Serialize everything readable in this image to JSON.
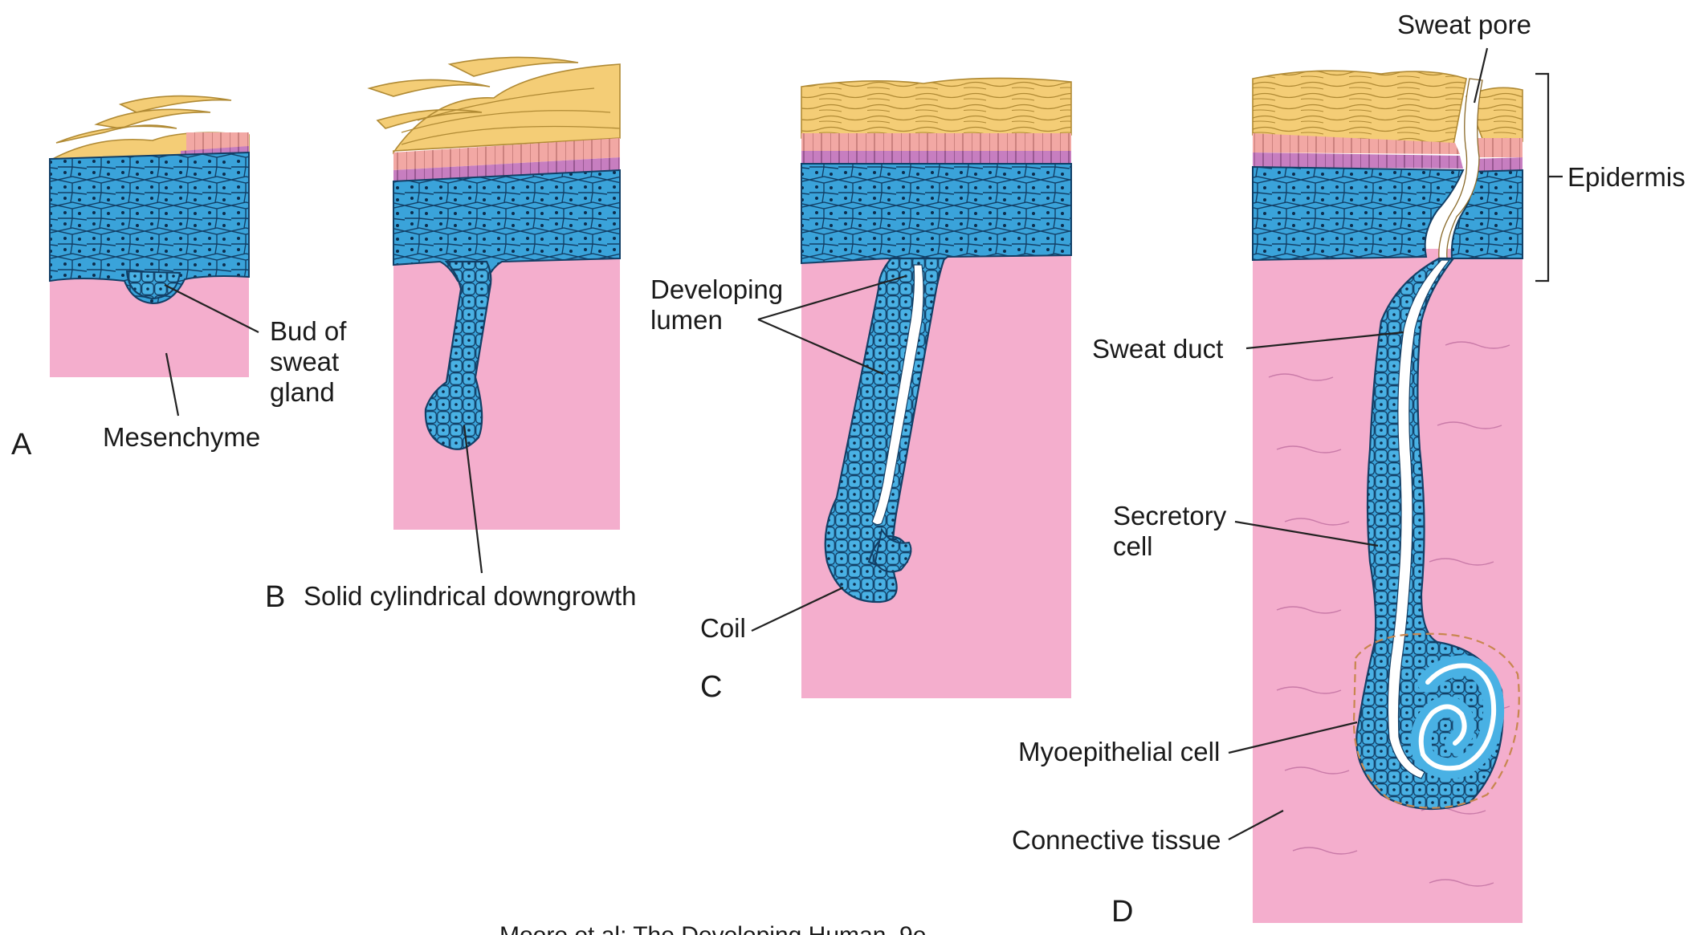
{
  "colors": {
    "connective_tissue": "#f4aecd",
    "cell_blue": "#3aa3da",
    "cell_outline": "#123f66",
    "stratum_yellow": "#f4cd76",
    "stratum_pink": "#f2a8a4",
    "stratum_purple": "#c77ec0",
    "myoepithelial": "#c8864e"
  },
  "panels": {
    "a": {
      "letter": "A"
    },
    "b": {
      "letter": "B"
    },
    "c": {
      "letter": "C"
    },
    "d": {
      "letter": "D"
    }
  },
  "labels": {
    "bud_line1": "Bud of",
    "bud_line2": "sweat",
    "bud_line3": "gland",
    "mesenchyme": "Mesenchyme",
    "solid_downgrowth": "Solid cylindrical downgrowth",
    "developing_lumen_line1": "Developing",
    "developing_lumen_line2": "lumen",
    "coil": "Coil",
    "sweat_pore": "Sweat pore",
    "epidermis": "Epidermis",
    "sweat_duct": "Sweat duct",
    "secretory_line1": "Secretory",
    "secretory_line2": "cell",
    "myoepithelial_cell": "Myoepithelial cell",
    "connective_tissue": "Connective tissue"
  },
  "credit": "Moore et al: The Developing Human, 9e"
}
